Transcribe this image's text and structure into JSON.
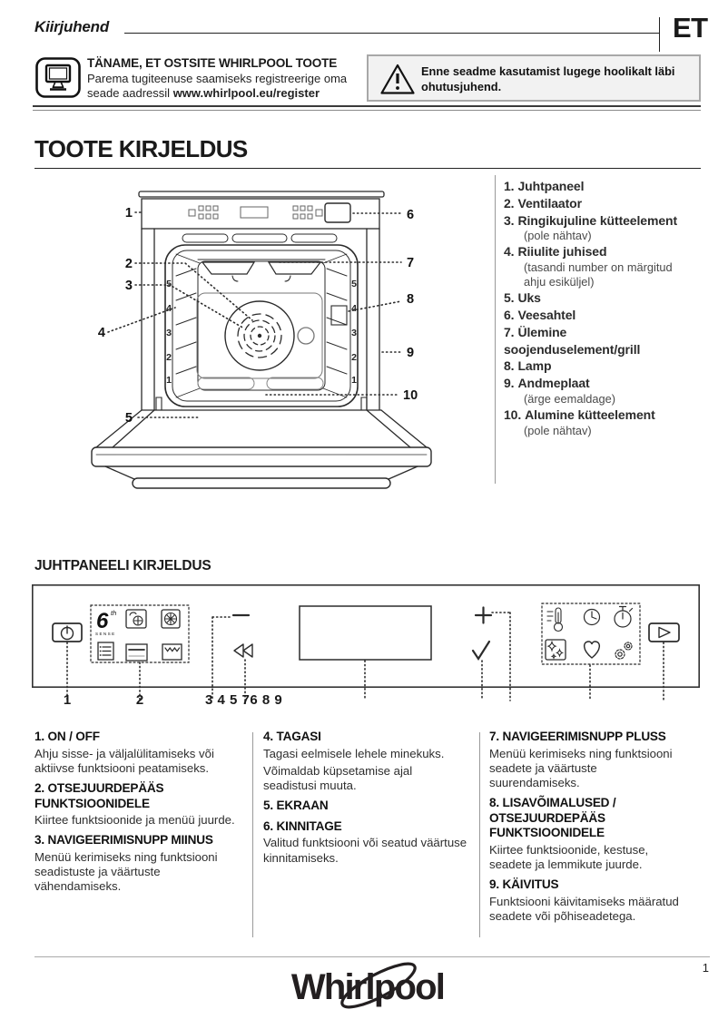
{
  "header": {
    "doc_type": "Kiirjuhend",
    "language_code": "ET"
  },
  "register": {
    "heading": "TÄNAME, ET OSTSITE WHIRLPOOL TOOTE",
    "line1": "Parema tugiteenuse saamiseks registreerige oma",
    "line2_prefix": "seade aadressil",
    "url": "www.whirlpool.eu/register"
  },
  "warning": {
    "line1": "Enne seadme kasutamist lugege hoolikalt läbi",
    "line2": "ohutusjuhend."
  },
  "product": {
    "title": "TOOTE KIRJELDUS",
    "items": [
      {
        "num": "1.",
        "label": "Juhtpaneel"
      },
      {
        "num": "2.",
        "label": "Ventilaator"
      },
      {
        "num": "3.",
        "label": "Ringikujuline kütteelement",
        "note1": "(pole nähtav)"
      },
      {
        "num": "4.",
        "label": "Riiulite juhised",
        "note1": "(tasandi number on märgitud",
        "note2": "ahju esiküljel)"
      },
      {
        "num": "5.",
        "label": "Uks"
      },
      {
        "num": "6.",
        "label": "Veesahtel"
      },
      {
        "num": "7.",
        "label": "Ülemine soojenduselement/grill"
      },
      {
        "num": "8.",
        "label": "Lamp"
      },
      {
        "num": "9.",
        "label": "Andmeplaat",
        "note1": "(ärge eemaldage)"
      },
      {
        "num": "10.",
        "label": "Alumine kütteelement",
        "note1": "(pole nähtav)"
      }
    ],
    "diagram": {
      "callouts": [
        "1",
        "2",
        "3",
        "4",
        "5",
        "6",
        "7",
        "8",
        "9",
        "10"
      ],
      "shelf_levels": [
        "5",
        "4",
        "3",
        "2",
        "1"
      ]
    }
  },
  "panel": {
    "title": "JUHTPANEELI KIRJELDUS",
    "sense_logo": {
      "six": "6",
      "th": "th",
      "sense": "SENSE"
    },
    "callout_1": "1",
    "callout_2": "2",
    "callout_rest": "3 4 5 76 8 9"
  },
  "buttons": [
    {
      "heading": "1. ON / OFF",
      "body1": "Ahju sisse- ja väljalülitamiseks või aktiivse funktsiooni peatamiseks."
    },
    {
      "heading": "2. OTSEJUURDEPÄÄS FUNKTSIOONIDELE",
      "body1": "Kiirtee funktsioonide ja menüü juurde."
    },
    {
      "heading": "3. NAVIGEERIMISNUPP MIINUS",
      "body1": "Menüü kerimiseks ning funktsiooni seadistuste ja väärtuste vähendamiseks."
    },
    {
      "heading": "4. TAGASI",
      "body1": "Tagasi eelmisele lehele minekuks.",
      "body2": "Võimaldab küpsetamise ajal seadistusi muuta."
    },
    {
      "heading": "5. EKRAAN"
    },
    {
      "heading": "6. KINNITAGE",
      "body1": "Valitud funktsiooni või seatud väärtuse kinnitamiseks."
    },
    {
      "heading": "7. NAVIGEERIMISNUPP PLUSS",
      "body1": "Menüü kerimiseks ning funktsiooni seadete ja väärtuste suurendamiseks."
    },
    {
      "heading": "8. LISAVÕIMALUSED / OTSEJUURDEPÄÄS FUNKTSIOONIDELE",
      "body1": "Kiirtee funktsioonide, kestuse, seadete ja lemmikute juurde."
    },
    {
      "heading": "9. KÄIVITUS",
      "body1": "Funktsiooni käivitamiseks määratud seadete või põhiseadetega."
    }
  ],
  "footer": {
    "brand": "Whirlpool",
    "page_number": "1"
  },
  "colors": {
    "text": "#1a1a1a",
    "warning_bg": "#f2f2f2",
    "warning_border": "#a8a8a8",
    "rule_gray": "#999999"
  }
}
